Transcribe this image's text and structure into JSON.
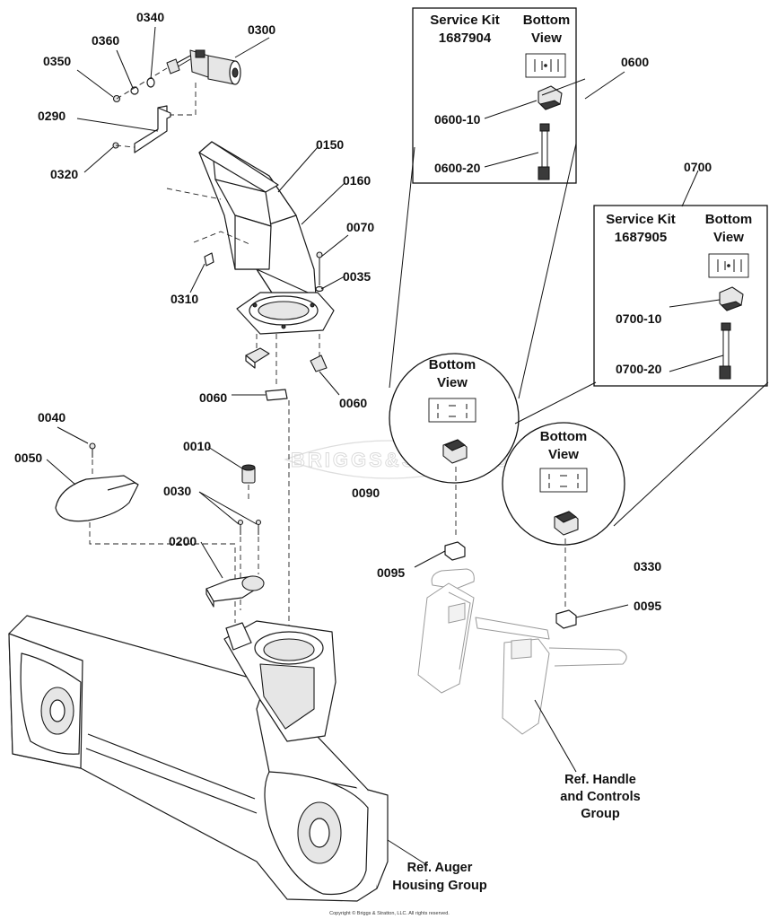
{
  "callouts": {
    "c0340": "0340",
    "c0300": "0300",
    "c0360": "0360",
    "c0350": "0350",
    "c0290": "0290",
    "c0320": "0320",
    "c0150": "0150",
    "c0160": "0160",
    "c0070": "0070",
    "c0035": "0035",
    "c0310": "0310",
    "c0060a": "0060",
    "c0060b": "0060",
    "c0040": "0040",
    "c0050": "0050",
    "c0010": "0010",
    "c0030": "0030",
    "c0200": "0200",
    "c0600": "0600",
    "c0600_10": "0600-10",
    "c0600_20": "0600-20",
    "c0700": "0700",
    "c0700_10": "0700-10",
    "c0700_20": "0700-20",
    "c0090": "0090",
    "c0095a": "0095",
    "c0095b": "0095",
    "c0330": "0330"
  },
  "kit_0600": {
    "service_kit": "Service Kit",
    "kit_number": "1687904",
    "bottom": "Bottom",
    "view": "View"
  },
  "kit_0700": {
    "service_kit": "Service Kit",
    "kit_number": "1687905",
    "bottom": "Bottom",
    "view": "View"
  },
  "circle_0090": {
    "bottom": "Bottom",
    "view": "View"
  },
  "circle_0330": {
    "bottom": "Bottom",
    "view": "View"
  },
  "refs": {
    "handle": [
      "Ref. Handle",
      "and Controls",
      "Group"
    ],
    "auger": [
      "Ref. Auger",
      "Housing Group"
    ]
  },
  "watermark": "BRIGGS&STRATTON",
  "copyright": "Copyright © Briggs & Stratton, LLC. All rights reserved."
}
